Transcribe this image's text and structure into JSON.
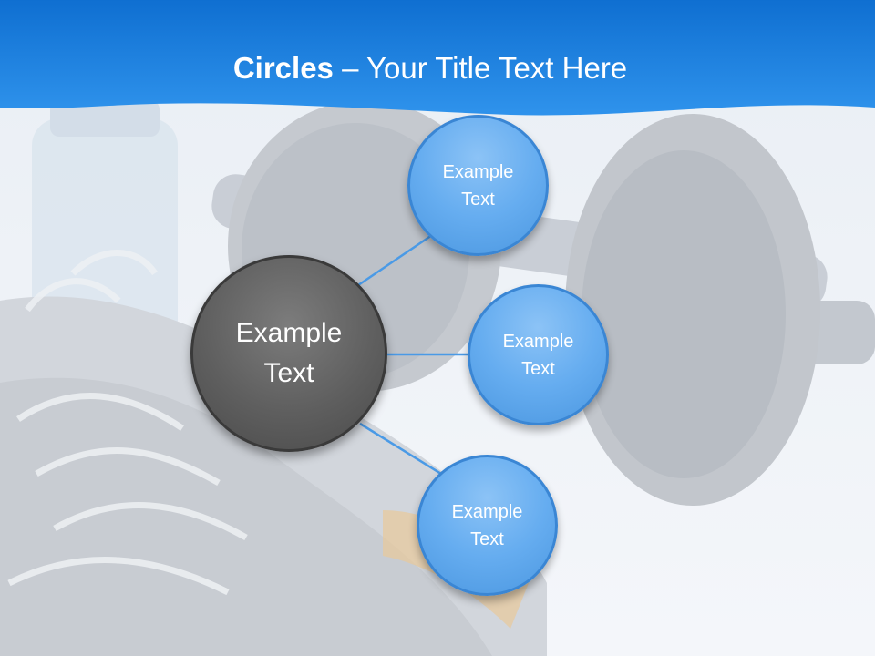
{
  "title": {
    "bold": "Circles",
    "rest": " – Your Title Text Here"
  },
  "hub": {
    "line1": "Example",
    "line2": "Text"
  },
  "nodes": [
    {
      "line1": "Example",
      "line2": "Text"
    },
    {
      "line1": "Example",
      "line2": "Text"
    },
    {
      "line1": "Example",
      "line2": "Text"
    }
  ],
  "colors": {
    "header_blue": "#1a7fe0",
    "node_blue": "#66adf0",
    "hub_gray": "#5f5f5f",
    "connector": "#4a9ae6"
  }
}
